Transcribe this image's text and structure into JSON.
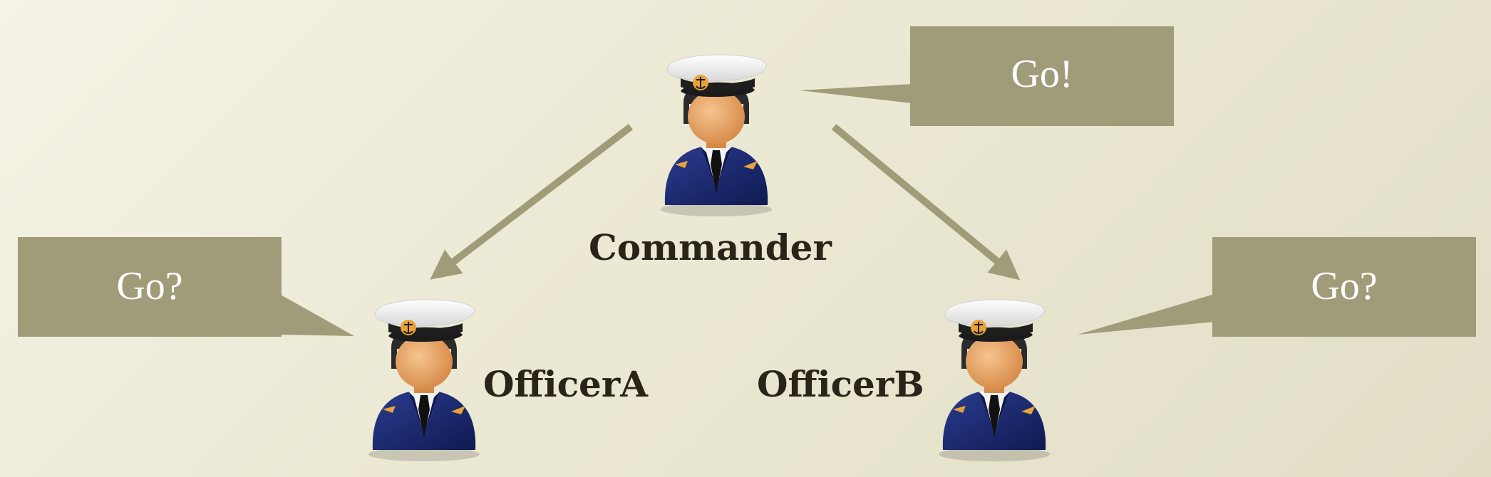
{
  "diagram": {
    "nodes": [
      {
        "id": "commander",
        "label": "Commander"
      },
      {
        "id": "officer_a",
        "label": "OfficerA"
      },
      {
        "id": "officer_b",
        "label": "OfficerB"
      }
    ],
    "edges": [
      {
        "from": "commander",
        "to": "officer_a"
      },
      {
        "from": "commander",
        "to": "officer_b"
      }
    ],
    "bubbles": {
      "commander": "Go!",
      "officer_a": "Go?",
      "officer_b": "Go?"
    }
  },
  "colors": {
    "bubble_fill": "#a09b78",
    "arrow": "#a09b78",
    "uniform": "#1a2a6e",
    "skin": "#e9a86a",
    "cap": "#ffffff",
    "label_text": "#2a2418"
  },
  "icons": {
    "person": "naval-officer-icon"
  }
}
